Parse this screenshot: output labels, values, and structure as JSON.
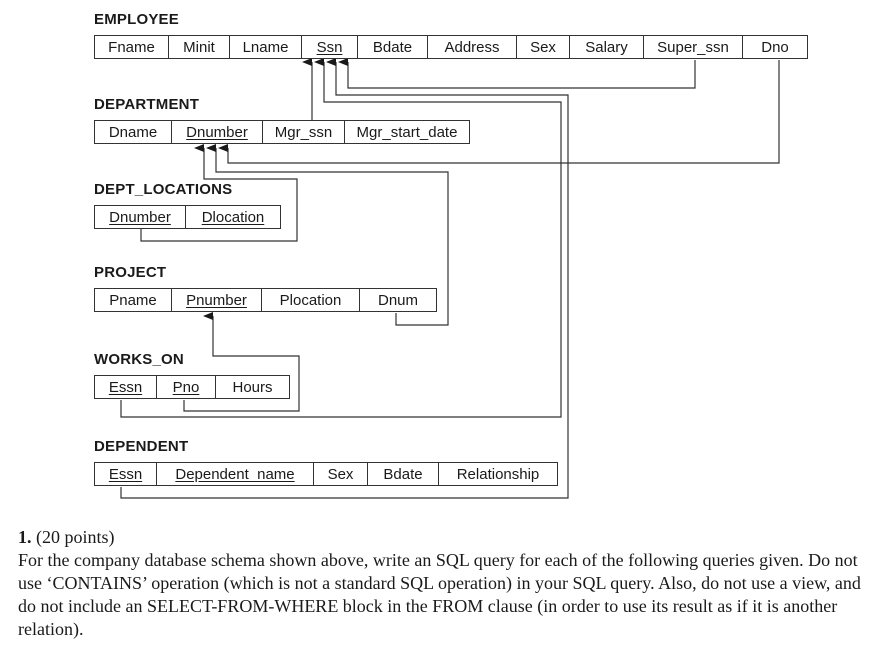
{
  "relations": [
    {
      "id": "employee",
      "name": "EMPLOYEE",
      "attributes": [
        {
          "label": "Fname",
          "pk": false
        },
        {
          "label": "Minit",
          "pk": false
        },
        {
          "label": "Lname",
          "pk": false
        },
        {
          "label": "Ssn",
          "pk": true
        },
        {
          "label": "Bdate",
          "pk": false
        },
        {
          "label": "Address",
          "pk": false
        },
        {
          "label": "Sex",
          "pk": false
        },
        {
          "label": "Salary",
          "pk": false
        },
        {
          "label": "Super_ssn",
          "pk": false
        },
        {
          "label": "Dno",
          "pk": false
        }
      ]
    },
    {
      "id": "department",
      "name": "DEPARTMENT",
      "attributes": [
        {
          "label": "Dname",
          "pk": false
        },
        {
          "label": "Dnumber",
          "pk": true
        },
        {
          "label": "Mgr_ssn",
          "pk": false
        },
        {
          "label": "Mgr_start_date",
          "pk": false
        }
      ]
    },
    {
      "id": "dept_locations",
      "name": "DEPT_LOCATIONS",
      "attributes": [
        {
          "label": "Dnumber",
          "pk": true
        },
        {
          "label": "Dlocation",
          "pk": true
        }
      ]
    },
    {
      "id": "project",
      "name": "PROJECT",
      "attributes": [
        {
          "label": "Pname",
          "pk": false
        },
        {
          "label": "Pnumber",
          "pk": true
        },
        {
          "label": "Plocation",
          "pk": false
        },
        {
          "label": "Dnum",
          "pk": false
        }
      ]
    },
    {
      "id": "works_on",
      "name": "WORKS_ON",
      "attributes": [
        {
          "label": "Essn",
          "pk": true
        },
        {
          "label": "Pno",
          "pk": true
        },
        {
          "label": "Hours",
          "pk": false
        }
      ]
    },
    {
      "id": "dependent",
      "name": "DEPENDENT",
      "attributes": [
        {
          "label": "Essn",
          "pk": true
        },
        {
          "label": "Dependent_name",
          "pk": true
        },
        {
          "label": "Sex",
          "pk": false
        },
        {
          "label": "Bdate",
          "pk": false
        },
        {
          "label": "Relationship",
          "pk": false
        }
      ]
    }
  ],
  "foreign_keys": [
    {
      "from": "EMPLOYEE.Super_ssn",
      "to": "EMPLOYEE.Ssn"
    },
    {
      "from": "DEPARTMENT.Mgr_ssn",
      "to": "EMPLOYEE.Ssn"
    },
    {
      "from": "WORKS_ON.Essn",
      "to": "EMPLOYEE.Ssn"
    },
    {
      "from": "DEPENDENT.Essn",
      "to": "EMPLOYEE.Ssn"
    },
    {
      "from": "EMPLOYEE.Dno",
      "to": "DEPARTMENT.Dnumber"
    },
    {
      "from": "DEPT_LOCATIONS.Dnumber",
      "to": "DEPARTMENT.Dnumber"
    },
    {
      "from": "PROJECT.Dnum",
      "to": "DEPARTMENT.Dnumber"
    },
    {
      "from": "WORKS_ON.Pno",
      "to": "PROJECT.Pnumber"
    }
  ],
  "question": {
    "number": "1.",
    "points": "(20 points)",
    "text": "For the company database schema shown above, write an SQL query for each of the following queries given. Do not use ‘CONTAINS’ operation (which is not a standard SQL operation) in your SQL query. Also, do not use a view, and do not include an SELECT-FROM-WHERE block in the FROM clause (in order to use its result as if it is another relation)."
  }
}
